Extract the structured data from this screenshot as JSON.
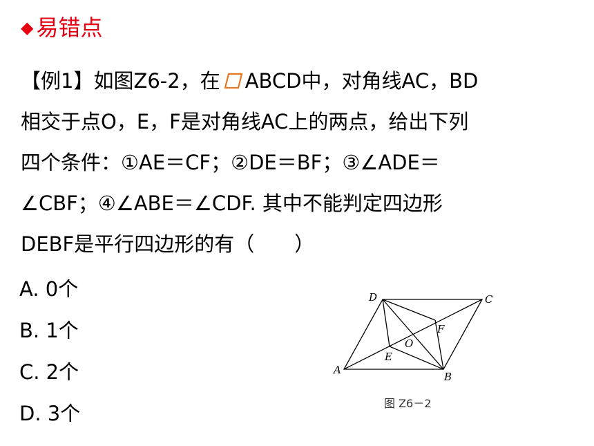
{
  "heading": {
    "marker": "◆",
    "text": "易错点"
  },
  "problem": {
    "line1_a": "【例1】如图Z6-2，在",
    "line1_b": "ABCD中，对角线AC，BD",
    "line2": "相交于点O，E，F是对角线AC上的两点，给出下列",
    "line3": "四个条件：①AE＝CF；②DE＝BF；③∠ADE＝",
    "line4": "∠CBF；④∠ABE＝∠CDF. 其中不能判定四边形",
    "line5": "DEBF是平行四边形的有（　　）"
  },
  "options": [
    {
      "label": "A. 0个"
    },
    {
      "label": "B. 1个"
    },
    {
      "label": "C. 2个"
    },
    {
      "label": "D. 3个"
    }
  ],
  "figure": {
    "caption": "图 Z6－2",
    "points": {
      "A": "A",
      "B": "B",
      "C": "C",
      "D": "D",
      "O": "O",
      "E": "E",
      "F": "F"
    }
  },
  "colors": {
    "heading": "#e60012",
    "parallelogram_icon": "#e87722",
    "text": "#000000"
  }
}
